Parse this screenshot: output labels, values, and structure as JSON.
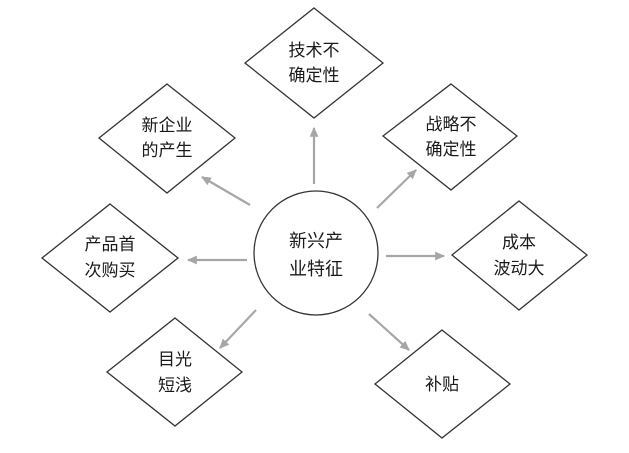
{
  "center": {
    "lines": [
      "新兴产",
      "业特征"
    ]
  },
  "nodes": [
    {
      "id": "tech-uncertainty",
      "lines": [
        "技术不",
        "确定性"
      ]
    },
    {
      "id": "strategy-uncertainty",
      "lines": [
        "战略不",
        "确定性"
      ]
    },
    {
      "id": "cost-volatility",
      "lines": [
        "成本",
        "波动大"
      ]
    },
    {
      "id": "subsidy",
      "lines": [
        "补贴"
      ]
    },
    {
      "id": "short-sighted",
      "lines": [
        "目光",
        "短浅"
      ]
    },
    {
      "id": "first-purchase",
      "lines": [
        "产品首",
        "次购买"
      ]
    },
    {
      "id": "new-enterprises",
      "lines": [
        "新企业",
        "的产生"
      ]
    }
  ],
  "colors": {
    "arrow": "#a6a6a6",
    "stroke": "#333333",
    "text": "#1a1a1a"
  }
}
